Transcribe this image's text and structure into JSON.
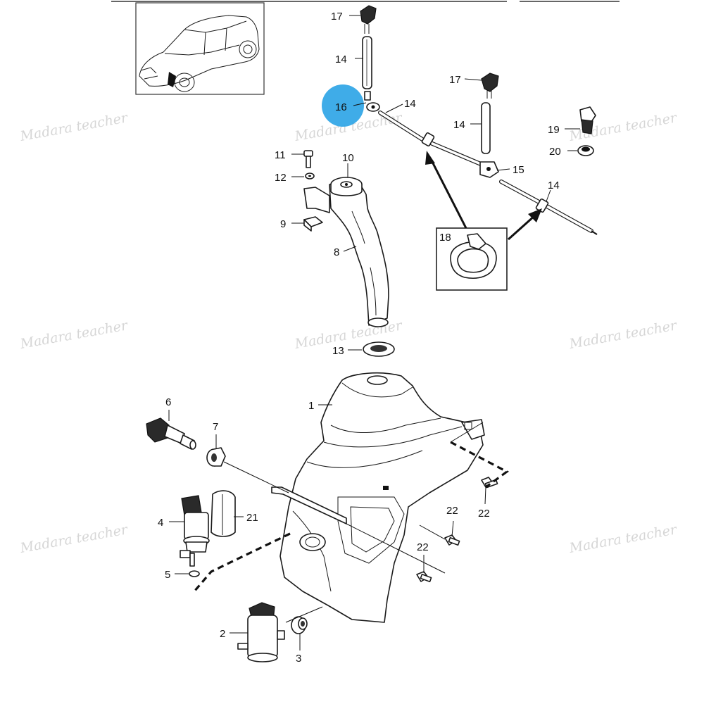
{
  "diagram": {
    "watermark_text": "Madara teacher",
    "highlight_color": "#2aa3e6",
    "highlighted_part": "16",
    "callouts": [
      {
        "id": "c17a",
        "label": "17"
      },
      {
        "id": "c14a",
        "label": "14"
      },
      {
        "id": "c16",
        "label": "16"
      },
      {
        "id": "c14b",
        "label": "14"
      },
      {
        "id": "c17b",
        "label": "17"
      },
      {
        "id": "c14c",
        "label": "14"
      },
      {
        "id": "c19",
        "label": "19"
      },
      {
        "id": "c20",
        "label": "20"
      },
      {
        "id": "c15",
        "label": "15"
      },
      {
        "id": "c14d",
        "label": "14"
      },
      {
        "id": "c11",
        "label": "11"
      },
      {
        "id": "c10",
        "label": "10"
      },
      {
        "id": "c12",
        "label": "12"
      },
      {
        "id": "c9",
        "label": "9"
      },
      {
        "id": "c8",
        "label": "8"
      },
      {
        "id": "c18",
        "label": "18"
      },
      {
        "id": "c13",
        "label": "13"
      },
      {
        "id": "c1",
        "label": "1"
      },
      {
        "id": "c6",
        "label": "6"
      },
      {
        "id": "c7",
        "label": "7"
      },
      {
        "id": "c4",
        "label": "4"
      },
      {
        "id": "c21",
        "label": "21"
      },
      {
        "id": "c5",
        "label": "5"
      },
      {
        "id": "c22a",
        "label": "22"
      },
      {
        "id": "c22b",
        "label": "22"
      },
      {
        "id": "c22c",
        "label": "22"
      },
      {
        "id": "c2",
        "label": "2"
      },
      {
        "id": "c3",
        "label": "3"
      }
    ]
  }
}
